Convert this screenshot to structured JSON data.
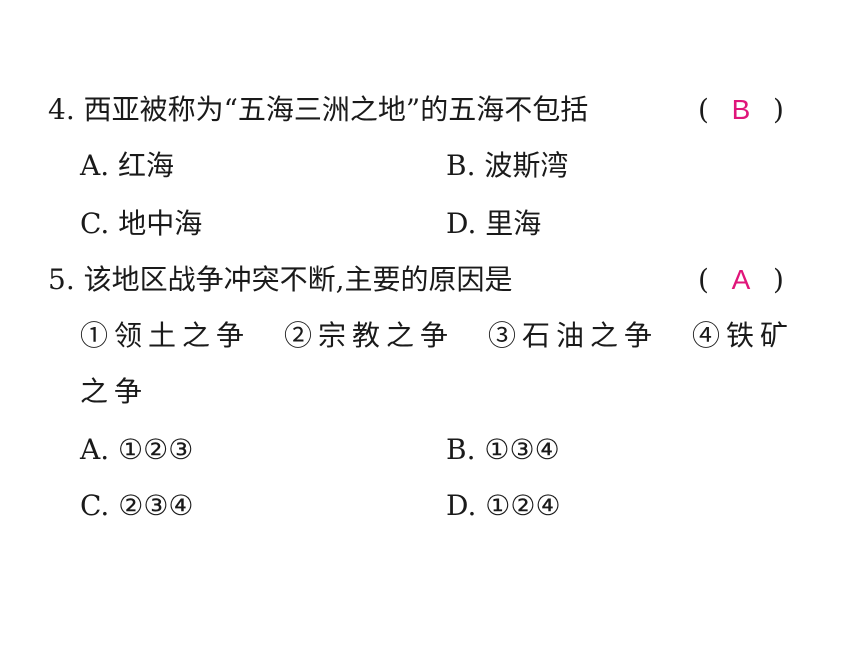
{
  "answer_color": "#e0157a",
  "questions": [
    {
      "stem": "4. 西亚被称为“五海三洲之地”的五海不包括",
      "paren_open": "(",
      "answer": "B",
      "paren_close": ")",
      "options": {
        "a": "A. 红海",
        "b": "B. 波斯湾",
        "c": "C. 地中海",
        "d": "D. 里海"
      }
    },
    {
      "stem": "5. 该地区战争冲突不断,主要的原因是",
      "paren_open": "(",
      "answer": "A",
      "paren_close": ")",
      "statements_line1": "①领土之争　②宗教之争　③石油之争　④铁矿",
      "statements_line2": "之争",
      "options": {
        "a": "A. ①②③",
        "b": "B. ①③④",
        "c": "C. ②③④",
        "d": "D. ①②④"
      }
    }
  ]
}
